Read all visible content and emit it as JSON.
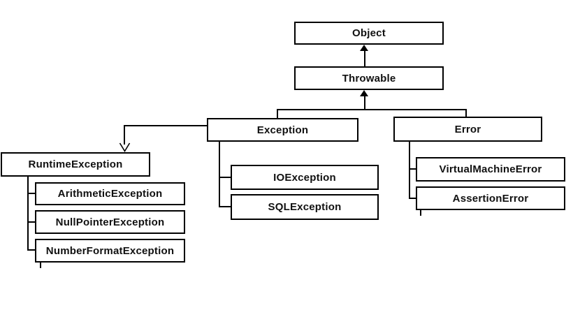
{
  "diagram": {
    "type": "class-hierarchy",
    "colors": {
      "background": "#ffffff",
      "line": "#000000",
      "box_fill": "#ffffff",
      "text": "#111111"
    },
    "nodes": {
      "object": {
        "label": "Object"
      },
      "throwable": {
        "label": "Throwable"
      },
      "exception": {
        "label": "Exception"
      },
      "error": {
        "label": "Error"
      },
      "runtime_exception": {
        "label": "RuntimeException"
      },
      "arithmetic_exception": {
        "label": "ArithmeticException"
      },
      "null_pointer_exception": {
        "label": "NullPointerException"
      },
      "number_format_exception": {
        "label": "NumberFormatException"
      },
      "io_exception": {
        "label": "IOException"
      },
      "sql_exception": {
        "label": "SQLException"
      },
      "virtual_machine_error": {
        "label": "VirtualMachineError"
      },
      "assertion_error": {
        "label": "AssertionError"
      }
    },
    "edges": [
      {
        "from": "Throwable",
        "to": "Object",
        "arrow": "filled-up"
      },
      {
        "from": "Exception",
        "to": "Throwable",
        "arrow": "filled-up"
      },
      {
        "from": "Error",
        "to": "Throwable",
        "arrow": "filled-up"
      },
      {
        "from": "Exception",
        "to": "RuntimeException",
        "arrow": "open-down"
      },
      {
        "from": "Exception",
        "to": "IOException",
        "arrow": "none"
      },
      {
        "from": "Exception",
        "to": "SQLException",
        "arrow": "none"
      },
      {
        "from": "RuntimeException",
        "to": "ArithmeticException",
        "arrow": "none"
      },
      {
        "from": "RuntimeException",
        "to": "NullPointerException",
        "arrow": "none"
      },
      {
        "from": "RuntimeException",
        "to": "NumberFormatException",
        "arrow": "none"
      },
      {
        "from": "Error",
        "to": "VirtualMachineError",
        "arrow": "none"
      },
      {
        "from": "Error",
        "to": "AssertionError",
        "arrow": "none"
      }
    ]
  }
}
